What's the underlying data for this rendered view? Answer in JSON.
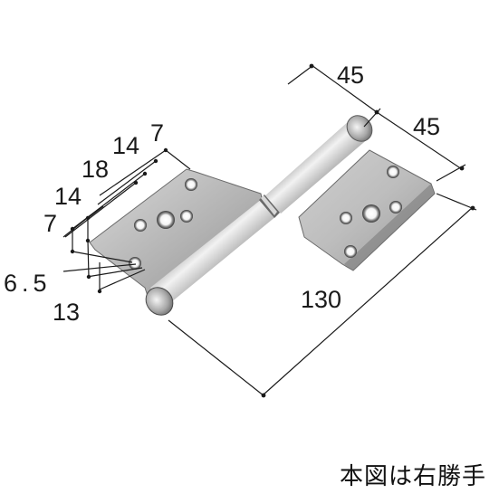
{
  "dimensions": {
    "top_left_width": "45",
    "top_right_width": "45",
    "overall_length": "130",
    "hole_pitch_7_top": "7",
    "hole_pitch_14_top": "14",
    "hole_pitch_18": "18",
    "hole_pitch_14_left": "14",
    "hole_pitch_7_left": "7",
    "hole_offset_6_5": "6.5",
    "hole_offset_13": "13"
  },
  "caption": "本図は右勝手",
  "colors": {
    "steel_light": "#e8e8e8",
    "steel_mid": "#b9b9b9",
    "steel_dark": "#6e6e6e",
    "line": "#1a1a1a"
  }
}
